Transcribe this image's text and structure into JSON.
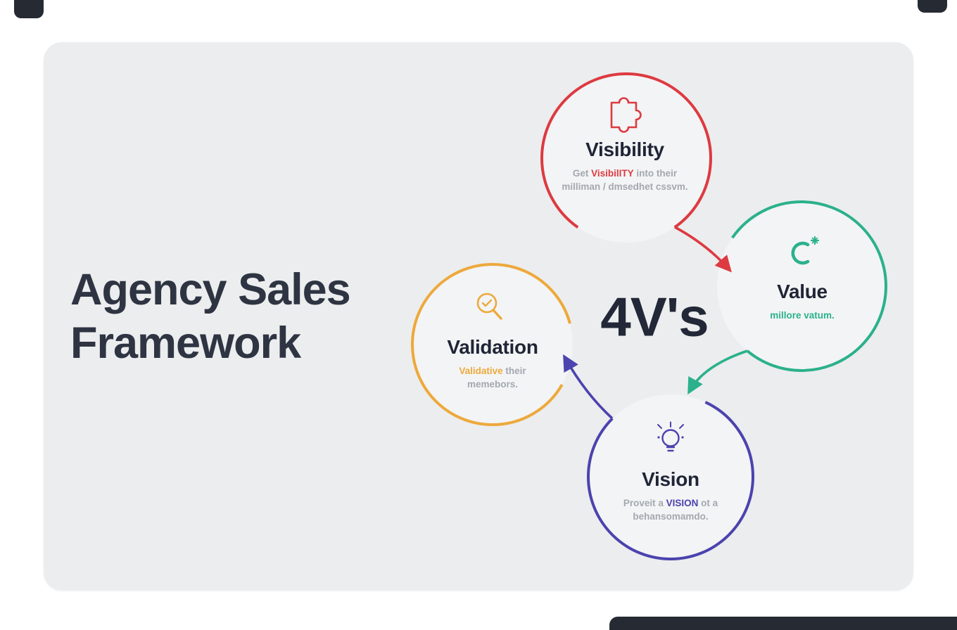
{
  "title": {
    "line1": "Agency Sales",
    "line2": "Framework"
  },
  "diagram": {
    "center_label": "4V's",
    "nodes": {
      "visibility": {
        "label": "Visibility",
        "color": "#dd3a41",
        "icon": "puzzle-icon",
        "desc": {
          "pre": "Get ",
          "highlight": "VisibilITY",
          "post": " into their",
          "line2": "milliman / dmsedhet cssvm."
        }
      },
      "value": {
        "label": "Value",
        "color": "#2bb18c",
        "icon": "magnet-icon",
        "desc": {
          "line1": "millore vatum."
        }
      },
      "validation": {
        "label": "Validation",
        "color": "#eda93c",
        "icon": "search-check-icon",
        "desc": {
          "highlight": "Validative",
          "post": " their",
          "line2": "memebors."
        }
      },
      "vision": {
        "label": "Vision",
        "color": "#4b43ae",
        "icon": "lightbulb-icon",
        "desc": {
          "pre": "Proveit a ",
          "highlight": "VISION",
          "post": " ot a",
          "line2": "behansomamdo."
        }
      }
    }
  }
}
